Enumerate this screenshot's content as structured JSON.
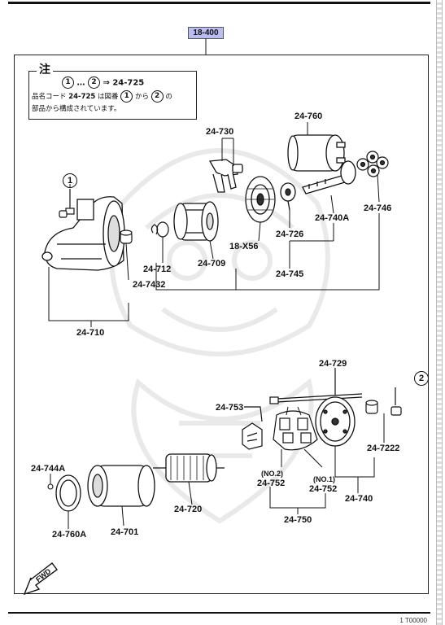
{
  "header": {
    "ref_code": "18-400"
  },
  "note": {
    "title": "注",
    "line1_a": "1",
    "line1_b": "…",
    "line1_c": "2",
    "line1_d": "⇒ 24-725",
    "line2_a": "品名コード",
    "line2_b": "24-725",
    "line2_c": "は図番",
    "line2_d": "1",
    "line2_e": "から",
    "line2_f": "2",
    "line2_g": "の",
    "line3": "部品から構成されています。"
  },
  "markers": {
    "m1": "1",
    "m2": "2"
  },
  "parts": {
    "p24_760": "24-760",
    "p24_730": "24-730",
    "p24_746": "24-746",
    "p24_740A": "24-740A",
    "p24_726": "24-726",
    "p18_X56": "18-X56",
    "p24_745": "24-745",
    "p24_712": "24-712",
    "p24_709": "24-709",
    "p24_7432": "24-7432",
    "p24_710": "24-710",
    "p24_729": "24-729",
    "p24_753": "24-753",
    "p24_7222": "24-7222",
    "p24_744A": "24-744A",
    "p24_720": "24-720",
    "p24_701": "24-701",
    "p24_760A": "24-760A",
    "p24_752a": "24-752",
    "p24_752a_note": "(NO.2)",
    "p24_752b": "24-752",
    "p24_752b_note": "(NO.1)",
    "p24_740": "24-740",
    "p24_750": "24-750"
  },
  "fwd_label": "FWD",
  "footer_code": "1 T00000"
}
